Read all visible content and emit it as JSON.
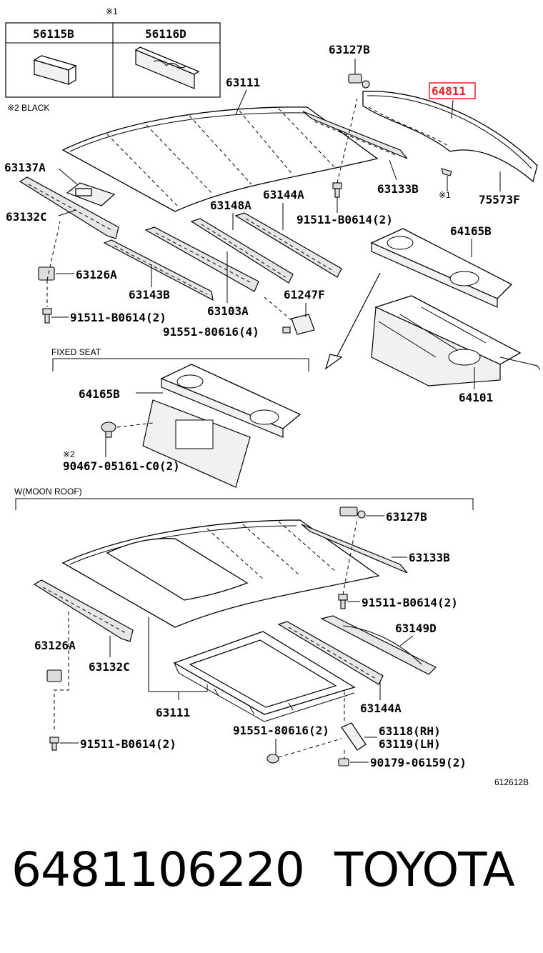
{
  "note_box": {
    "marker": "※1",
    "col1": "56115B",
    "col2": "56116D",
    "black_note": "※2 BLACK"
  },
  "top_section": {
    "roof": "63111",
    "bracket_top": "63127B",
    "highlighted": "64811",
    "rail": "63133B",
    "marker1": "※1",
    "weatherstrip": "75573F",
    "front_brace": "63137A",
    "front_rail": "63132C",
    "bolt": "91511-B0614(2)",
    "bow1": "63148A",
    "bow2": "63144A",
    "nut": "63126A",
    "bow3": "63143B",
    "bow4": "63103A",
    "bolt2": "91511-B0614(2)",
    "hinge": "61247F",
    "screw": "91551-80616(4)",
    "shelf": "64165B",
    "panel": "64101"
  },
  "fixed_seat": {
    "title": "FIXED SEAT",
    "shelf": "64165B",
    "note": "※2",
    "clip": "90467-05161-C0(2)"
  },
  "moon_roof": {
    "title": "W(MOON ROOF)",
    "bracket": "63127B",
    "rail": "63133B",
    "bolt": "91511-B0614(2)",
    "bow": "63149D",
    "nut": "63126A",
    "front_rail": "63132C",
    "roof": "63111",
    "bow2": "63144A",
    "screw": "91551-80616(2)",
    "rh": "63118(RH)",
    "lh": "63119(LH)",
    "bolt2": "91511-B0614(2)",
    "nut2": "90179-06159(2)"
  },
  "diagram_code": "612612B",
  "footer": {
    "part_number": "6481106220",
    "brand": "TOYOTA"
  },
  "colors": {
    "highlight": "#e8202a",
    "line": "#000000"
  }
}
